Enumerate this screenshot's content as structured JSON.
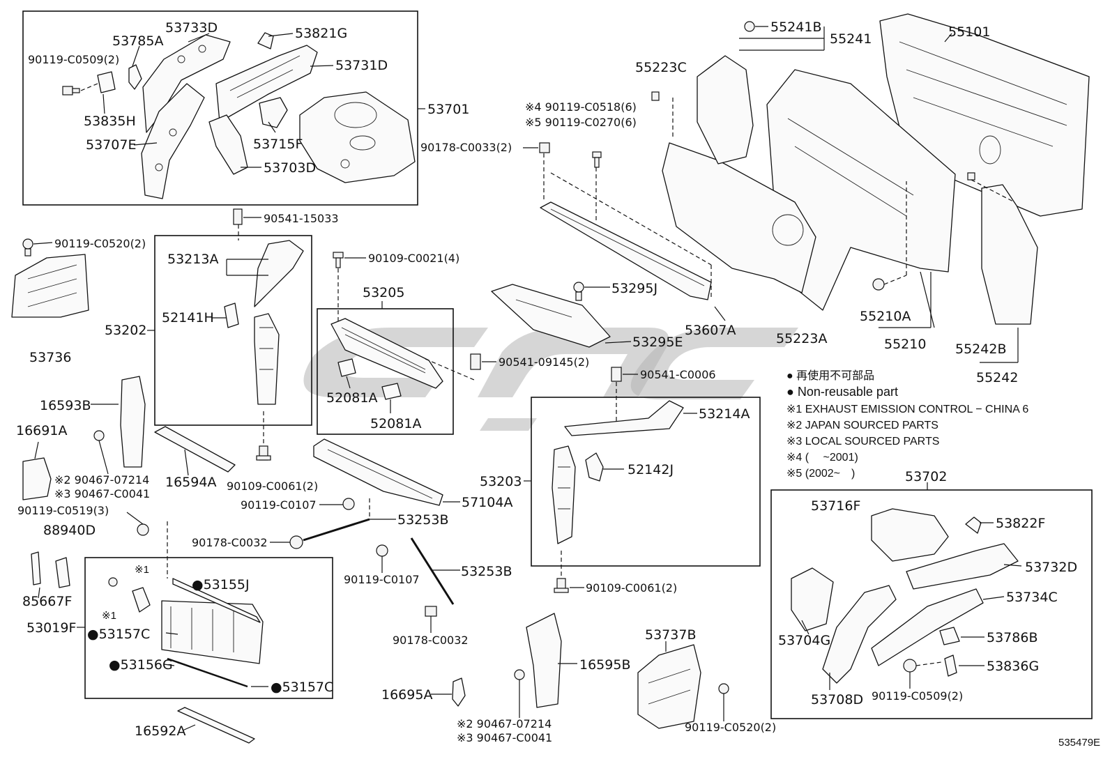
{
  "labels": {
    "p53733D": "53733D",
    "p53785A": "53785A",
    "p90119_C0509_2_top": "90119-C0509(2)",
    "p53835H": "53835H",
    "p53707E": "53707E",
    "p53821G": "53821G",
    "p53731D": "53731D",
    "p53715F": "53715F",
    "p53703D": "53703D",
    "p53701": "53701",
    "p90541_15033": "90541-15033",
    "p90119_C0520_2_left": "90119-C0520(2)",
    "p53736": "53736",
    "p53213A": "53213A",
    "p52141H": "52141H",
    "p53202": "53202",
    "p90109_C0061_2_left": "90109-C0061(2)",
    "p90109_C0021_4": "90109-C0021(4)",
    "p53205": "53205",
    "p52081A_1": "52081A",
    "p52081A_2": "52081A",
    "p90541_09145_2": "90541-09145(2)",
    "p16593B": "16593B",
    "p16691A": "16691A",
    "p90467_07214_left": "※2 90467-07214",
    "p90467_C0041_left": "※3 90467-C0041",
    "p16594A": "16594A",
    "p90119_C0519_3": "90119-C0519(3)",
    "p88940D": "88940D",
    "p85667F": "85667F",
    "p53019F": "53019F",
    "p53155J": "●53155J",
    "p53157C_1": "●53157C",
    "p53156G": "●53156G",
    "p53157C_2": "●53157C",
    "p16592A": "16592A",
    "p90119_C0107_1": "90119-C0107",
    "p57104A": "57104A",
    "p53253B_1": "53253B",
    "p90178_C0032_1": "90178-C0032",
    "p90119_C0107_2": "90119-C0107",
    "p53253B_2": "53253B",
    "p90178_C0032_2": "90178-C0032",
    "p16695A": "16695A",
    "p16595B": "16595B",
    "p90467_07214_bot": "※2 90467-07214",
    "p90467_C0041_bot": "※3 90467-C0041",
    "p55241B": "55241B",
    "p55241": "55241",
    "p55101": "55101",
    "p55223C": "55223C",
    "p90119_C0518_6": "※4 90119-C0518(6)",
    "p90119_C0270_6": "※5 90119-C0270(6)",
    "p90178_C0033_2": "90178-C0033(2)",
    "p53295J": "53295J",
    "p53295E": "53295E",
    "p53607A": "53607A",
    "p55223A": "55223A",
    "p55210A": "55210A",
    "p55210": "55210",
    "p55242B": "55242B",
    "p55242": "55242",
    "p90541_C0006": "90541-C0006",
    "p53214A": "53214A",
    "p52142J": "52142J",
    "p53203": "53203",
    "p90109_C0061_2_right": "90109-C0061(2)",
    "p53737B": "53737B",
    "p90119_C0520_2_bot": "90119-C0520(2)",
    "p53702": "53702",
    "p53716F": "53716F",
    "p53822F": "53822F",
    "p53732D": "53732D",
    "p53734C": "53734C",
    "p53704G": "53704G",
    "p53786B": "53786B",
    "p53836G": "53836G",
    "p53708D": "53708D",
    "p90119_C0509_2_right": "90119-C0509(2)",
    "note1": "※1",
    "note1b": "※1"
  },
  "legend": {
    "nonreusable_jp": "● 再使用不可部品",
    "nonreusable_en": "● Non-reusable part",
    "n1": "※1 EXHAUST EMISSION CONTROL − CHINA 6",
    "n2": "※2 JAPAN SOURCED PARTS",
    "n3": "※3 LOCAL SOURCED PARTS",
    "n4": "※4 (　 ~2001)",
    "n5": "※5 (2002~　)"
  },
  "figure_number": "535479E",
  "colors": {
    "line": "#111111",
    "watermark": "#b4b4b4",
    "background": "#ffffff"
  }
}
